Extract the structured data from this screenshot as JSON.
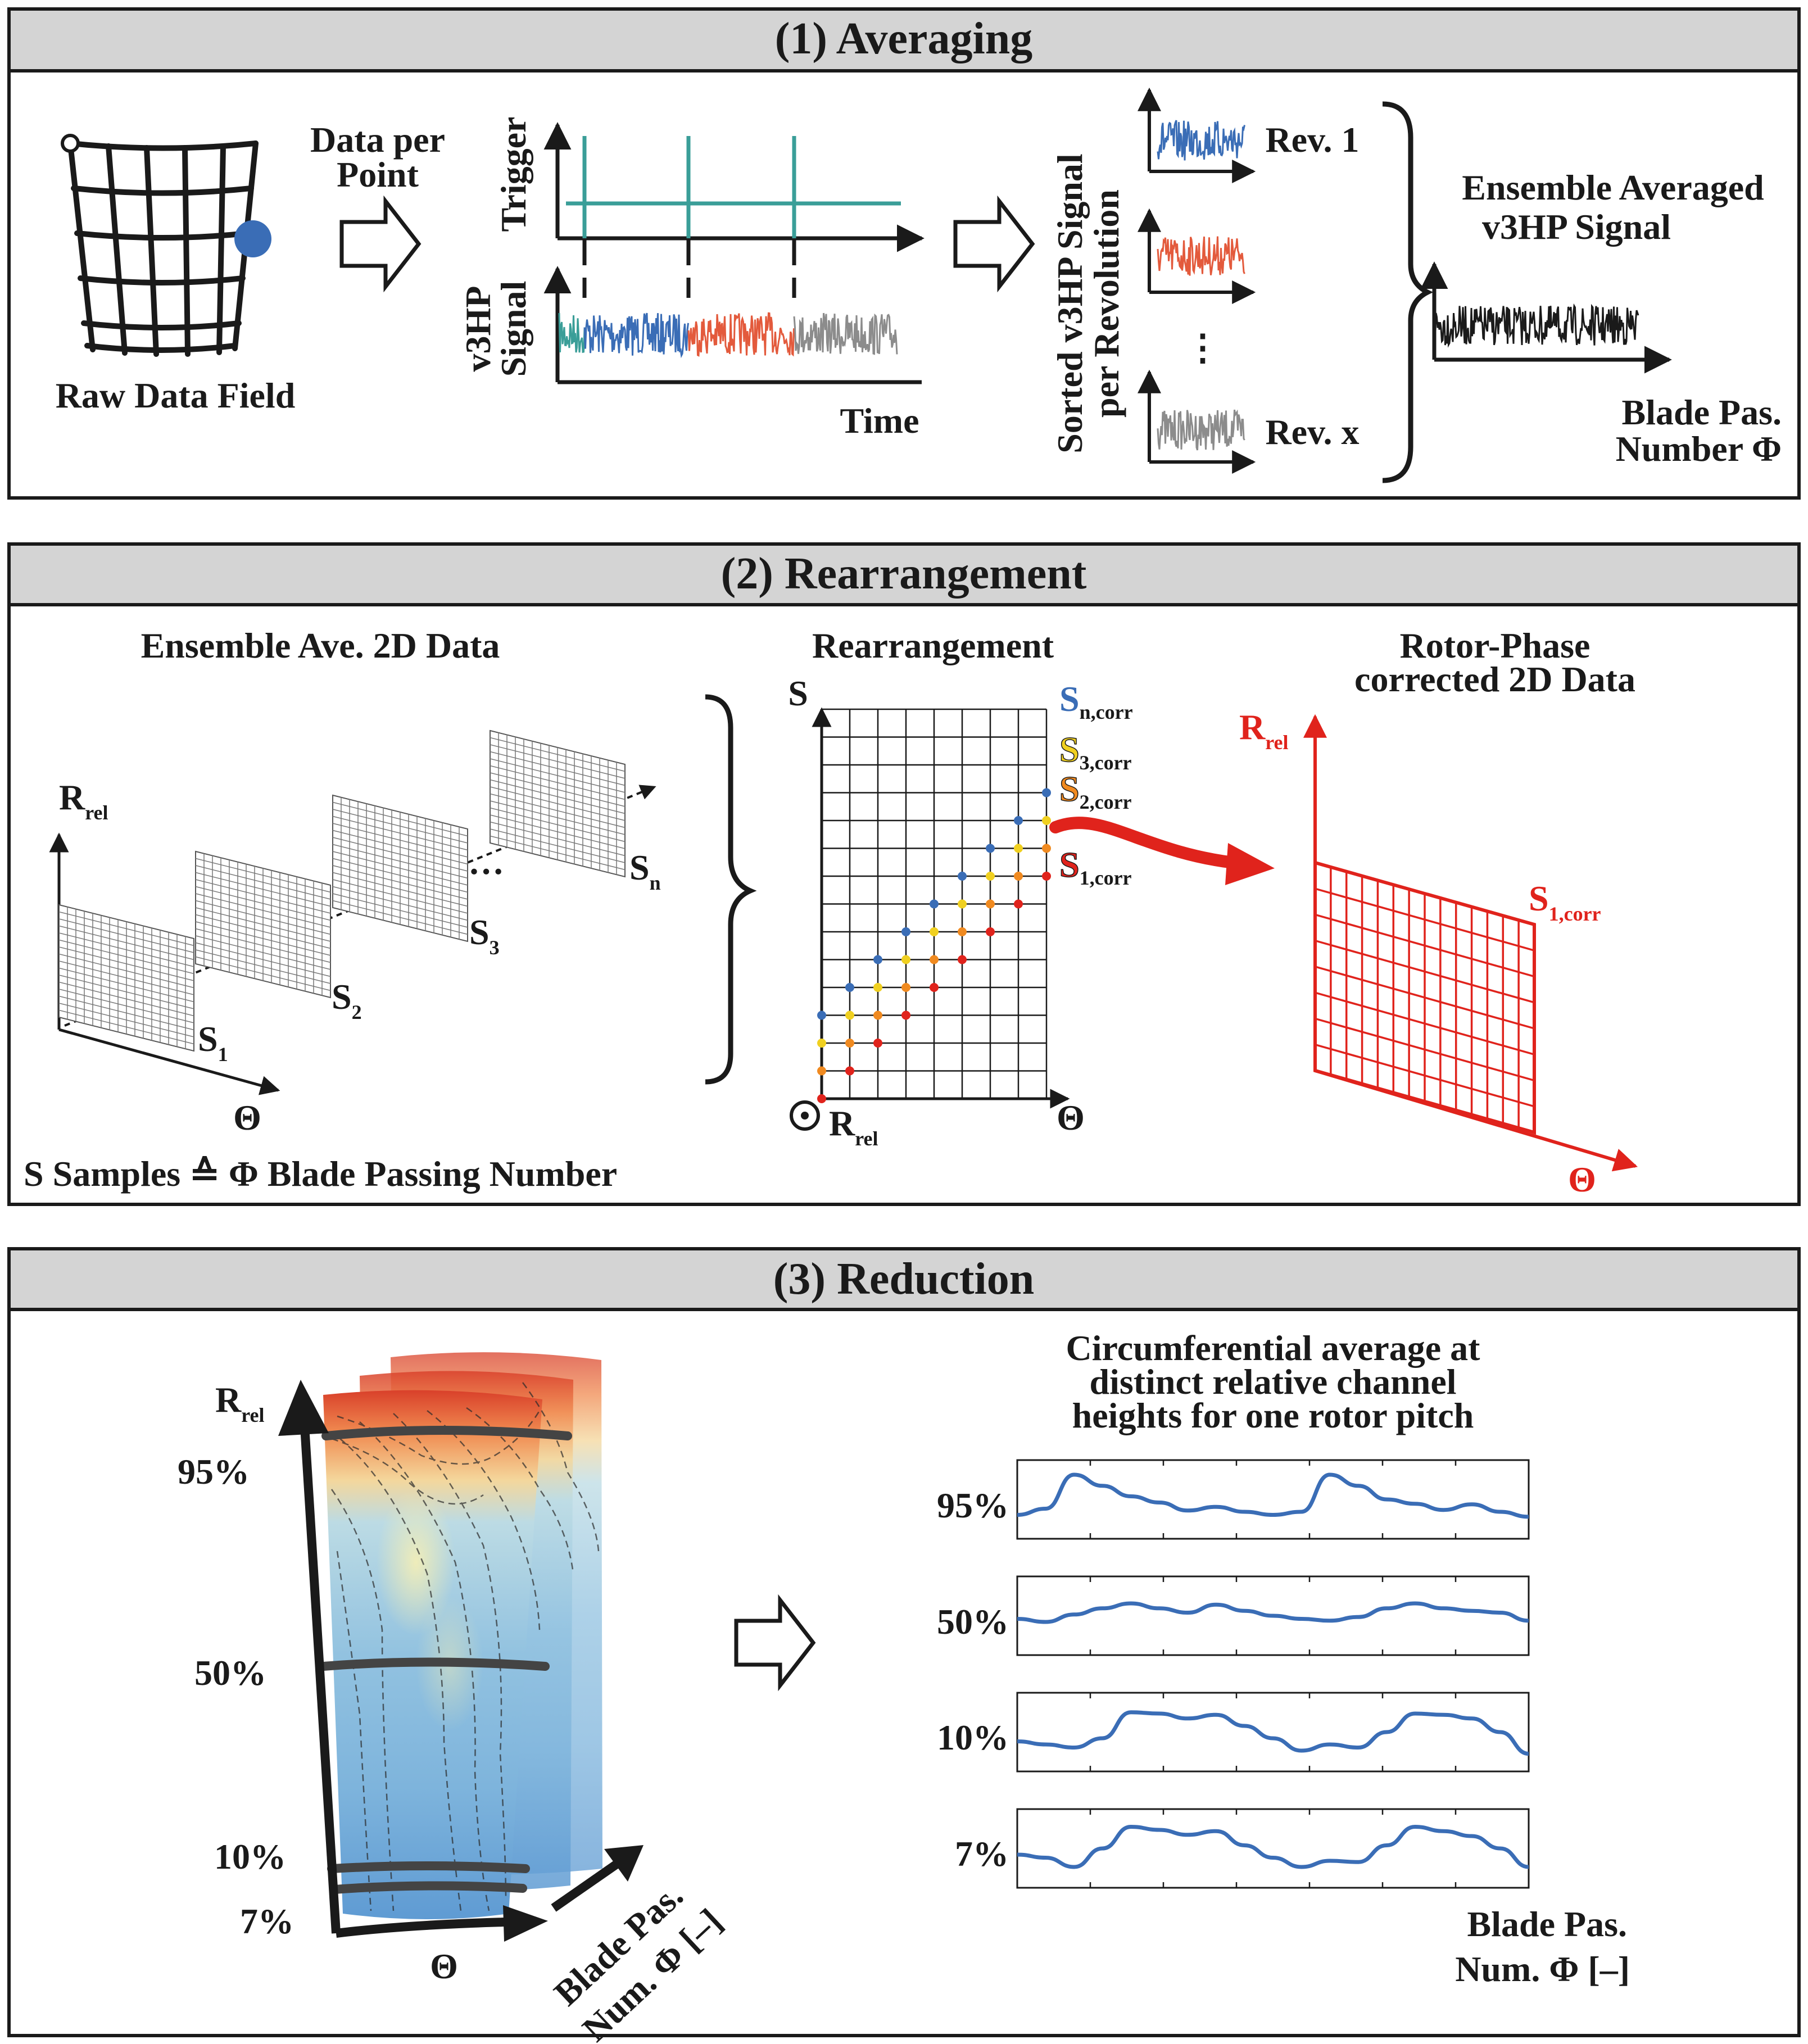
{
  "panel1": {
    "title": "(1) Averaging",
    "raw_field_label": "Raw Data Field",
    "data_per_point_line1": "Data per",
    "data_per_point_line2": "Point",
    "trigger_label": "Trigger",
    "signal_label_line1": "v3HP",
    "signal_label_line2": "Signal",
    "time_label": "Time",
    "sorted_label_line1": "Sorted v3HP Signal",
    "sorted_label_line2": "per Revolution",
    "rev_first": "Rev. 1",
    "rev_last": "Rev. x",
    "ellipsis": "⋮",
    "ensemble_line1": "Ensemble Averaged",
    "ensemble_line2": "v3HP Signal",
    "x_axis_line1": "Blade Pas.",
    "x_axis_line2": "Number Φ"
  },
  "panel2": {
    "title": "(2) Rearrangement",
    "left_title": "Ensemble Ave. 2D Data",
    "r_axis": "R",
    "r_sub": "rel",
    "theta": "Θ",
    "s_letter": "S",
    "s_subs": [
      "1",
      "2",
      "3",
      "n"
    ],
    "dots": "…",
    "footnote": "S Samples ≙ Φ Blade Passing Number",
    "mid_title": "Rearrangement",
    "mid_s_axis": "S",
    "mid_corr_subs": [
      "n,corr",
      "3,corr",
      "2,corr",
      "1,corr"
    ],
    "right_title_line1": "Rotor-Phase",
    "right_title_line2": "corrected 2D Data",
    "right_s_sub": "1,corr"
  },
  "panel3": {
    "title": "(3) Reduction",
    "left_levels": [
      "95%",
      "50%",
      "10%",
      "7%"
    ],
    "r_axis": "R",
    "r_sub": "rel",
    "theta": "Θ",
    "blade_axis_line1": "Blade Pas.",
    "blade_axis_line2": "Num. Φ [–]",
    "right_title_line1": "Circumferential average at",
    "right_title_line2": "distinct relative channel",
    "right_title_line3": "heights for one rotor pitch",
    "plot_levels": [
      "95%",
      "50%",
      "10%",
      "7%"
    ],
    "x_label_line1": "Blade Pas.",
    "x_label_line2": "Num. Φ [–]"
  },
  "colors": {
    "header_bg": "#d4d4d4",
    "teal": "#3a9e98",
    "blue": "#3a6db6",
    "red": "#e0231c",
    "orange": "#e35a3c",
    "gray": "#8c8c8c",
    "yellow": "#f0d020",
    "dot_orange": "#f08a20"
  }
}
